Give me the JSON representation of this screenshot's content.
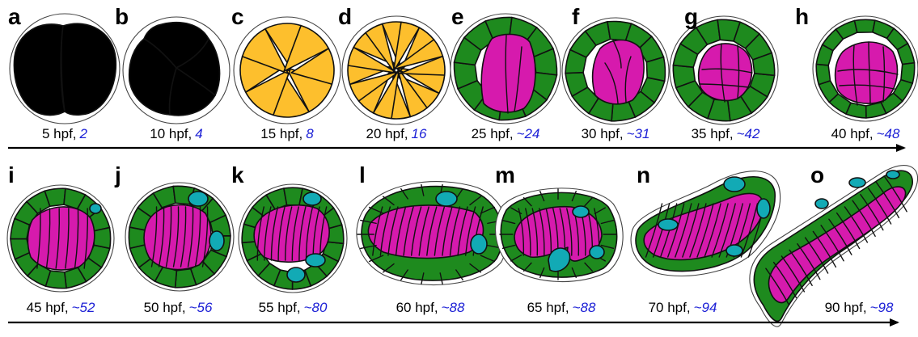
{
  "colors": {
    "early_cell": "#fdbf2d",
    "outer_cell": "#1e8a1e",
    "inner_cell": "#d61aad",
    "special_cell": "#12aab5",
    "count_text": "#1c20d6",
    "arrow": "#000000"
  },
  "stages": [
    {
      "letter": "a",
      "time": "5 hpf,",
      "count": "2"
    },
    {
      "letter": "b",
      "time": "10 hpf,",
      "count": "4"
    },
    {
      "letter": "c",
      "time": "15 hpf,",
      "count": "8"
    },
    {
      "letter": "d",
      "time": "20 hpf,",
      "count": "16"
    },
    {
      "letter": "e",
      "time": "25 hpf,",
      "count": "~24"
    },
    {
      "letter": "f",
      "time": "30 hpf,",
      "count": "~31"
    },
    {
      "letter": "g",
      "time": "35 hpf,",
      "count": "~42"
    },
    {
      "letter": "h",
      "time": "40 hpf,",
      "count": "~48"
    },
    {
      "letter": "i",
      "time": "45 hpf,",
      "count": "~52"
    },
    {
      "letter": "j",
      "time": "50 hpf,",
      "count": "~56"
    },
    {
      "letter": "k",
      "time": "55 hpf,",
      "count": "~80"
    },
    {
      "letter": "l",
      "time": "60 hpf,",
      "count": "~88"
    },
    {
      "letter": "m",
      "time": "65 hpf,",
      "count": "~88"
    },
    {
      "letter": "n",
      "time": "70 hpf,",
      "count": "~94"
    },
    {
      "letter": "o",
      "time": "90 hpf,",
      "count": "~98"
    }
  ]
}
